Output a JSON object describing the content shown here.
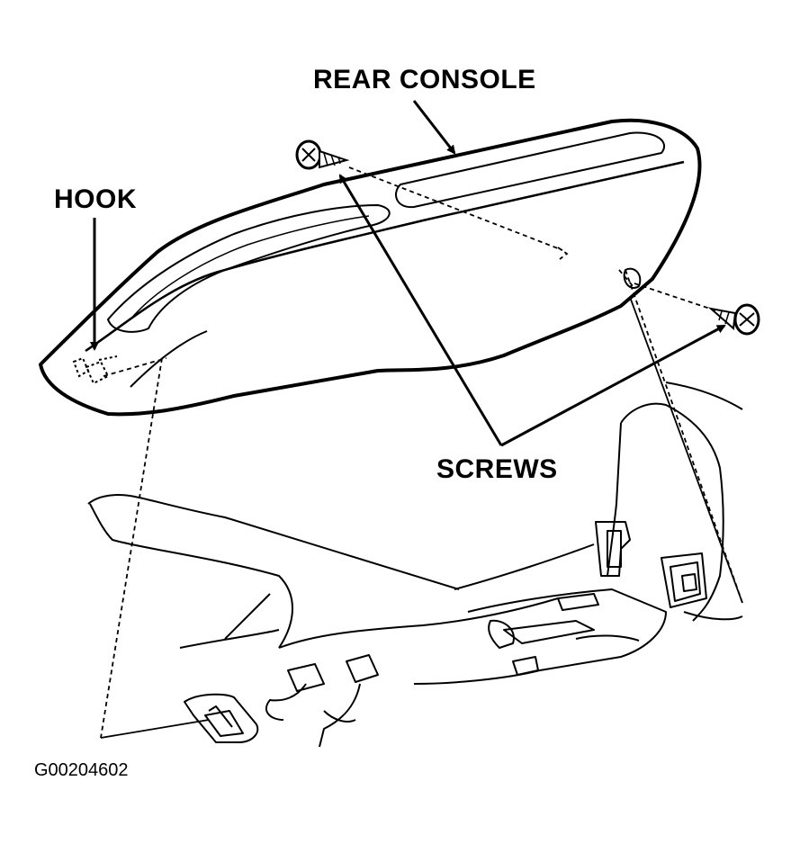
{
  "labels": {
    "rear_console": "REAR CONSOLE",
    "hook": "HOOK",
    "screws": "SCREWS"
  },
  "figure_code": "G00204602"
}
